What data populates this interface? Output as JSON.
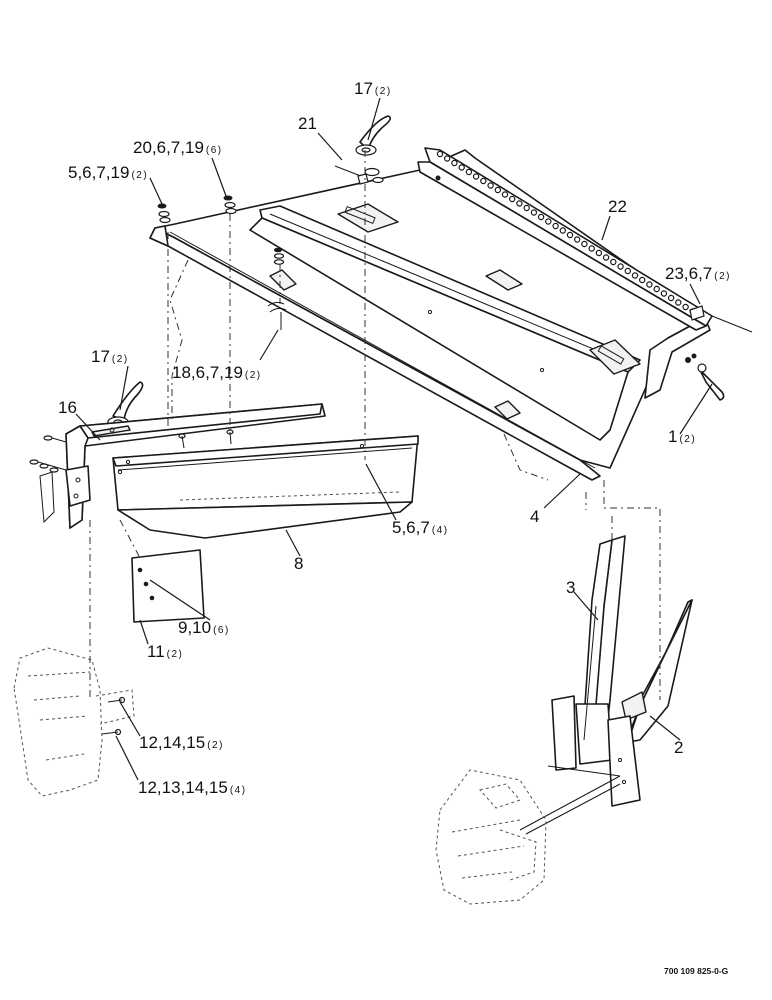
{
  "document_number": "700 109 825-0-G",
  "callouts": [
    {
      "id": "c17a",
      "label": "17",
      "qty": "(2)"
    },
    {
      "id": "c21",
      "label": "21",
      "qty": ""
    },
    {
      "id": "c20",
      "label": "20,6,7,19",
      "qty": "(6)"
    },
    {
      "id": "c5a",
      "label": "5,6,7,19",
      "qty": "(2)"
    },
    {
      "id": "c22",
      "label": "22",
      "qty": ""
    },
    {
      "id": "c23",
      "label": "23,6,7",
      "qty": "(2)"
    },
    {
      "id": "c17b",
      "label": "17",
      "qty": "(2)"
    },
    {
      "id": "c18",
      "label": "18,6,7,19",
      "qty": "(2)"
    },
    {
      "id": "c16",
      "label": "16",
      "qty": ""
    },
    {
      "id": "c1",
      "label": "1",
      "qty": "(2)"
    },
    {
      "id": "c4",
      "label": "4",
      "qty": ""
    },
    {
      "id": "c5b",
      "label": "5,6,7",
      "qty": "(4)"
    },
    {
      "id": "c8",
      "label": "8",
      "qty": ""
    },
    {
      "id": "c3",
      "label": "3",
      "qty": ""
    },
    {
      "id": "c9",
      "label": "9,10",
      "qty": "(6)"
    },
    {
      "id": "c11",
      "label": "11",
      "qty": "(2)"
    },
    {
      "id": "c2",
      "label": "2",
      "qty": ""
    },
    {
      "id": "c12a",
      "label": "12,14,15",
      "qty": "(2)"
    },
    {
      "id": "c12b",
      "label": "12,13,14,15",
      "qty": "(4)"
    }
  ]
}
